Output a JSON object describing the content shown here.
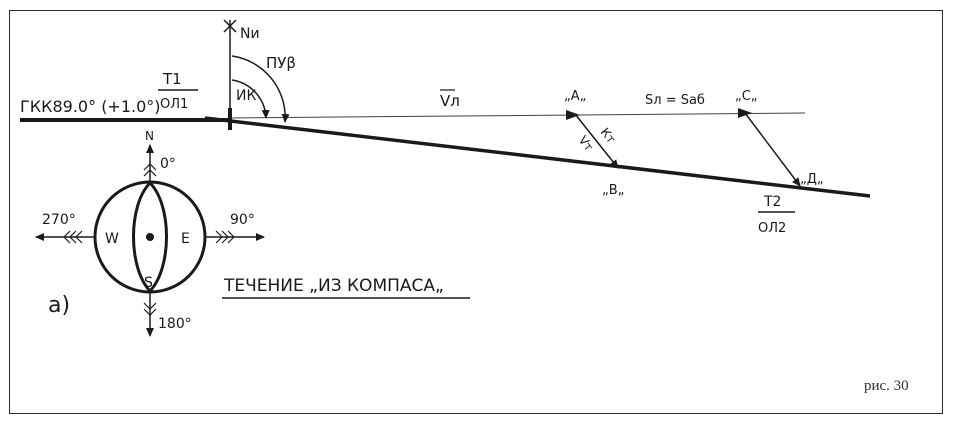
{
  "labels": {
    "heading_label": "ГКК89.0° (+1.0°)",
    "t1_top": "Т1",
    "t1_bottom": "ОЛ1",
    "north_label": "Nи",
    "py_label": "ПУβ",
    "ik_label": "ИК",
    "v_label": "Vл",
    "point_a": "„А„",
    "point_b": "„В„",
    "point_c": "„С„",
    "point_d": "„Д„",
    "distance_label": "Sл = Sаб",
    "kt_label": "Кт",
    "vt_label": "Vт",
    "t2_top": "Т2",
    "t2_bottom": "ОЛ2",
    "compass_n": "N",
    "compass_0": "0°",
    "compass_270": "270°",
    "compass_w": "W",
    "compass_e": "E",
    "compass_90": "90°",
    "compass_s": "S",
    "compass_180": "180°",
    "part_label": "а)",
    "title": "ТЕЧЕНИЕ „ИЗ КОМПАСА„",
    "figure_caption": "рис. 30"
  },
  "colors": {
    "ink": "#1a1a1a",
    "frame": "#2a2a2a"
  }
}
